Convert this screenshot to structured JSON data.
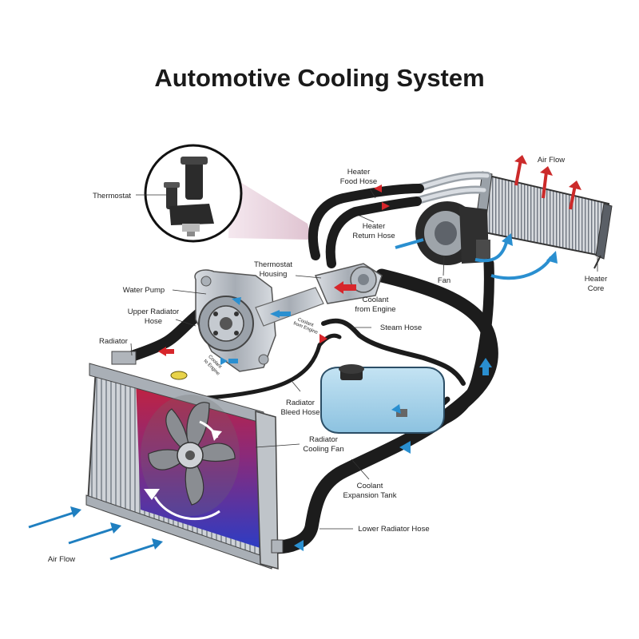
{
  "title": "Automotive Cooling System",
  "labels": {
    "thermostat": "Thermostat",
    "heater_food_hose": [
      "Heater",
      "Food Hose"
    ],
    "air_flow_top": "Air Flow",
    "heater_return_hose": [
      "Heater",
      "Return Hose"
    ],
    "thermostat_housing": [
      "Thermostat",
      "Housing"
    ],
    "fan": "Fan",
    "heater_core": [
      "Heater",
      "Core"
    ],
    "water_pump": "Water Pump",
    "coolant_from_engine": [
      "Coolant",
      "from Engine"
    ],
    "upper_radiator_hose": [
      "Upper Radiator",
      "Hose"
    ],
    "coolant_from_engine_small": [
      "Coolant",
      "from Engine"
    ],
    "steam_hose": "Steam Hose",
    "radiator": "Radiator",
    "coolant_to_engine_small": [
      "Coolant",
      "to Engine"
    ],
    "radiator_bleed_hose": [
      "Radiator",
      "Bleed Hose"
    ],
    "radiator_cooling_fan": [
      "Radiator",
      "Cooling Fan"
    ],
    "coolant_expansion_tank": [
      "Coolant",
      "Expansion Tank"
    ],
    "lower_radiator_hose": "Lower Radiator Hose",
    "air_flow_bottom": "Air Flow"
  },
  "colors": {
    "hose": "#1c1c1c",
    "coolant_hot": "#d7262b",
    "coolant_cold": "#2a8fd0",
    "tank": "#a9d3ea",
    "radiator_hot": "#c0223a",
    "radiator_cold": "#2b3fc0"
  }
}
